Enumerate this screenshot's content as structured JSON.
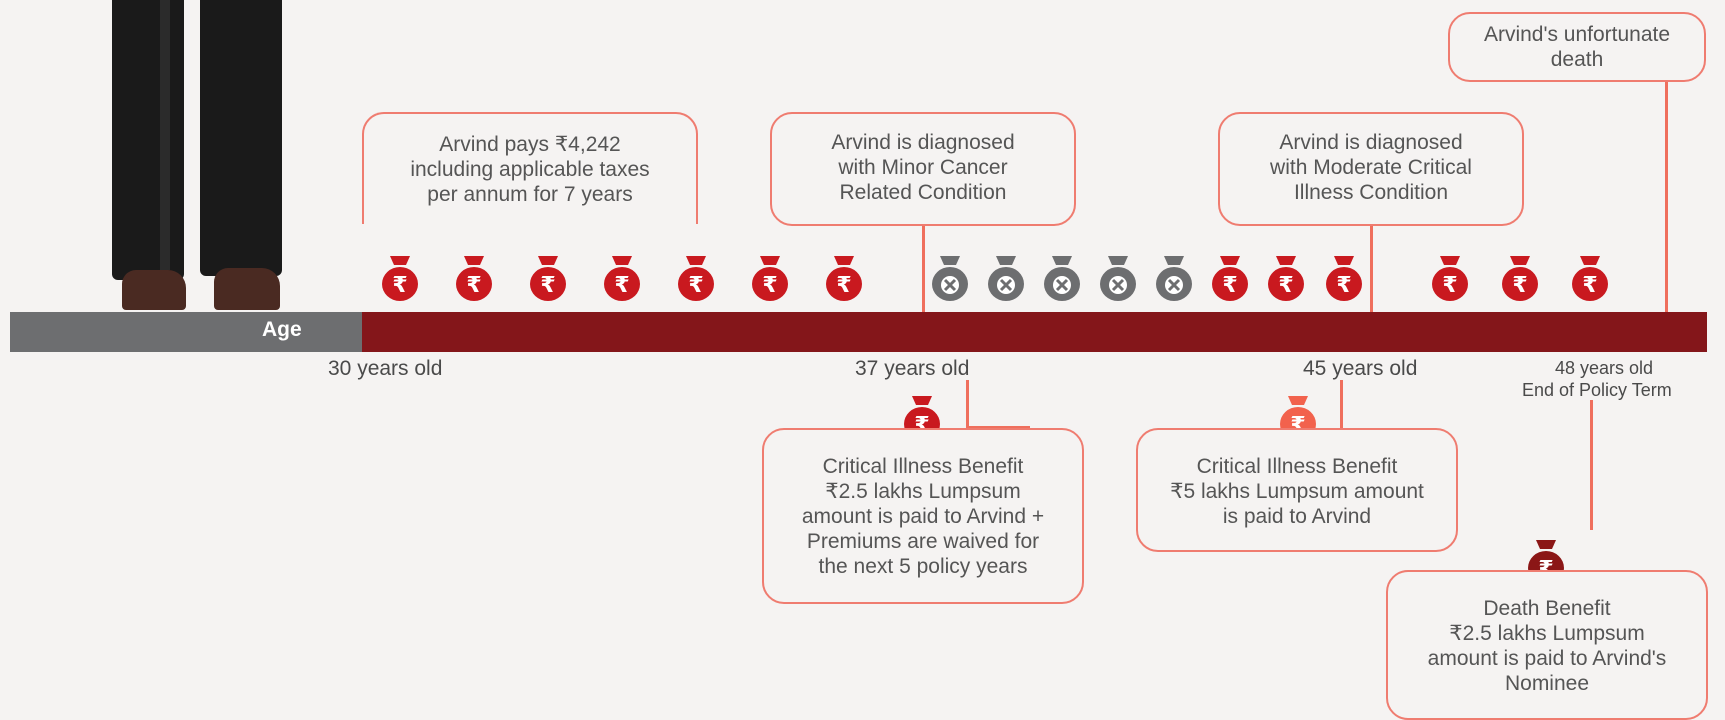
{
  "colors": {
    "timeline": "#84161a",
    "pre_age": "#6d6e70",
    "accent": "#ef7c70",
    "bag_red": "#c9191f",
    "bag_grey": "#6d6e70",
    "bag_orange": "#f2624d",
    "bag_dark": "#8b1616"
  },
  "timeline": {
    "axis_label": "Age",
    "markers": [
      {
        "label": "30 years old"
      },
      {
        "label": "37 years old"
      },
      {
        "label": "45 years old"
      },
      {
        "label": "48 years old",
        "sub": "End of Policy Term"
      }
    ]
  },
  "events_top": [
    {
      "lines": [
        "Arvind pays ₹4,242",
        "including applicable taxes",
        "per annum for 7 years"
      ]
    },
    {
      "lines": [
        "Arvind is diagnosed",
        "with Minor Cancer",
        "Related Condition"
      ]
    },
    {
      "lines": [
        "Arvind is diagnosed",
        "with Moderate Critical",
        "Illness Condition"
      ]
    },
    {
      "lines": [
        "Arvind's unfortunate",
        "death"
      ]
    }
  ],
  "benefits": [
    {
      "lines": [
        "Critical Illness Benefit",
        "₹2.5 lakhs Lumpsum",
        "amount is paid to Arvind +",
        "Premiums are waived for",
        "the next 5 policy years"
      ]
    },
    {
      "lines": [
        "Critical Illness Benefit",
        "₹5 lakhs Lumpsum amount",
        "is paid to Arvind"
      ]
    },
    {
      "lines": [
        "Death Benefit",
        "₹2.5 lakhs Lumpsum",
        "amount is paid to Arvind's",
        "Nominee"
      ]
    }
  ],
  "premium_bags": [
    {
      "status": "paid",
      "icon": "rupee-bag-icon"
    },
    {
      "status": "paid",
      "icon": "rupee-bag-icon"
    },
    {
      "status": "paid",
      "icon": "rupee-bag-icon"
    },
    {
      "status": "paid",
      "icon": "rupee-bag-icon"
    },
    {
      "status": "paid",
      "icon": "rupee-bag-icon"
    },
    {
      "status": "paid",
      "icon": "rupee-bag-icon"
    },
    {
      "status": "paid",
      "icon": "rupee-bag-icon"
    },
    {
      "status": "waived",
      "icon": "waived-bag-icon"
    },
    {
      "status": "waived",
      "icon": "waived-bag-icon"
    },
    {
      "status": "waived",
      "icon": "waived-bag-icon"
    },
    {
      "status": "waived",
      "icon": "waived-bag-icon"
    },
    {
      "status": "waived",
      "icon": "waived-bag-icon"
    },
    {
      "status": "paid",
      "icon": "rupee-bag-icon"
    },
    {
      "status": "paid",
      "icon": "rupee-bag-icon"
    },
    {
      "status": "paid",
      "icon": "rupee-bag-icon"
    },
    {
      "status": "paid",
      "icon": "rupee-bag-icon"
    },
    {
      "status": "paid",
      "icon": "rupee-bag-icon"
    },
    {
      "status": "paid",
      "icon": "rupee-bag-icon"
    }
  ]
}
